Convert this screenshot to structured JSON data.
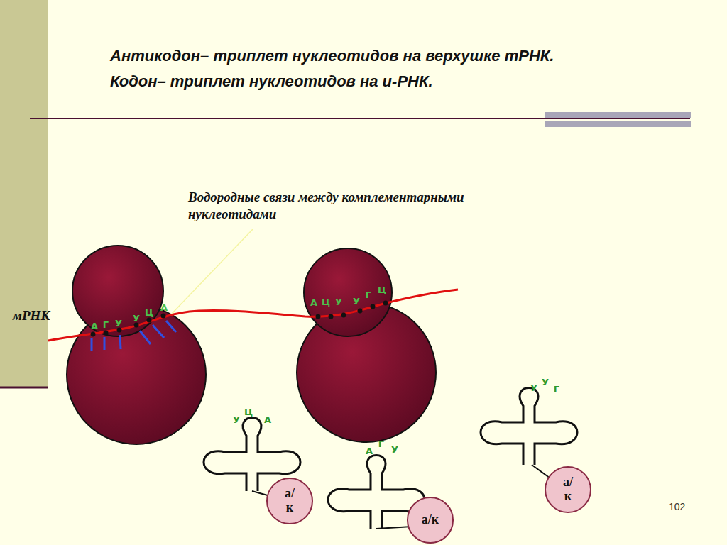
{
  "diagram": {
    "nodes": [
      {
        "text": [
          "а/к"
        ]
      },
      {
        "text": [
          "а/к"
        ]
      },
      {
        "text": [
          "а/к"
        ]
      }
    ],
    "labels": [
      "Антикодон– триплет нуклеотидов на верхушке тРНК.",
      "Кодон– триплет нуклеотидов на и-РНК.",
      "Водородные связи между комплементарными нуклеотидами",
      "мРНК",
      "А",
      "Г",
      "У",
      "У",
      "Ц",
      "А",
      "А",
      "Ц",
      "У",
      "У",
      "Г",
      "Ц",
      "У",
      "Ц",
      "А",
      "А",
      "Г",
      "У",
      "У",
      "У",
      "Г",
      "102"
    ]
  }
}
